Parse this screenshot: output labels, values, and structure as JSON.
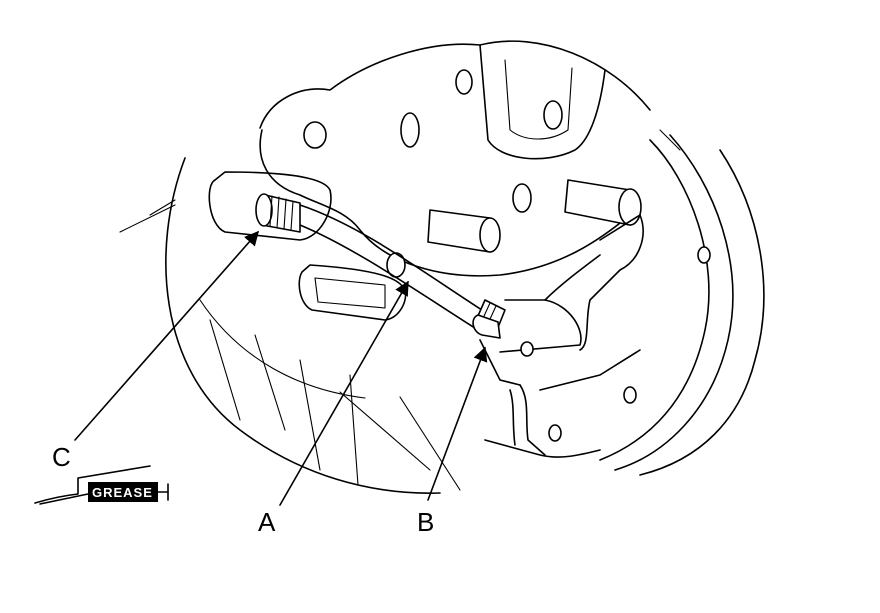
{
  "callouts": {
    "a": "A",
    "b": "B",
    "c": "C"
  },
  "grease_label": "GREASE"
}
